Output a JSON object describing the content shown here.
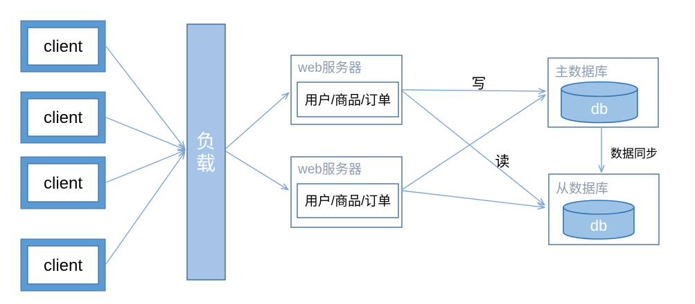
{
  "diagram": {
    "clients": [
      {
        "label": "client"
      },
      {
        "label": "client"
      },
      {
        "label": "client"
      },
      {
        "label": "client"
      }
    ],
    "load_balancer": {
      "label": "负载",
      "chars": [
        "负",
        "载"
      ]
    },
    "web_servers": [
      {
        "title": "web服务器",
        "content": "用户/商品/订单"
      },
      {
        "title": "web服务器",
        "content": "用户/商品/订单"
      }
    ],
    "databases": [
      {
        "title": "主数据库",
        "db_label": "db"
      },
      {
        "title": "从数据库",
        "db_label": "db"
      }
    ],
    "edge_labels": {
      "write": "写",
      "read": "读",
      "sync": "数据同步"
    },
    "colors": {
      "client_frame_blue": "#5B9BD5",
      "bar_fill": "#A5C4E7",
      "cylinder_fill": "#9CC2E5",
      "outline_blue": "#41719C",
      "cylinder_outline": "#2E75B6",
      "arrow_blue": "#7CA6D8",
      "title_gray": "#8D9CB2"
    }
  }
}
